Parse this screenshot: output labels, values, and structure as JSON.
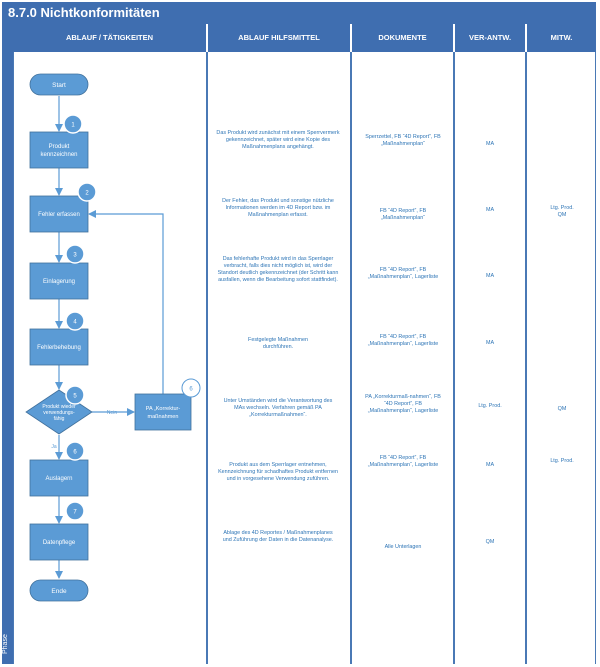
{
  "title": "8.7.0 Nichtkonformitäten",
  "phase_label": "Phase",
  "columns": {
    "ablauf": "ABLAUF / TÄTIGKEITEN",
    "hilfsmittel": "ABLAUF HILFSMITTEL",
    "dokumente": "DOKUMENTE",
    "verantw": "VER-ANTW.",
    "mitw": "MITW."
  },
  "flow": {
    "start": "Start",
    "end": "Ende",
    "steps": [
      {
        "num": "1",
        "label": [
          "Produkt",
          "kennzeichnen"
        ]
      },
      {
        "num": "2",
        "label": [
          "Fehler erfassen"
        ]
      },
      {
        "num": "3",
        "label": [
          "Einlagerung"
        ]
      },
      {
        "num": "4",
        "label": [
          "Fehlerbehebung"
        ]
      },
      {
        "num": "5",
        "label": [
          "Produkt wieder",
          "verwendungs-",
          "fähig"
        ]
      },
      {
        "num": "6",
        "label": [
          "Auslagern"
        ]
      },
      {
        "num": "7",
        "label": [
          "Datenpflege"
        ]
      }
    ],
    "side_step": {
      "num": "6",
      "label": [
        "PA „Korrektur-",
        "maßnahmen"
      ]
    },
    "edge_nein": "Nein",
    "edge_ja": "Ja"
  },
  "rows": [
    {
      "hilfsmittel": "Das Produkt wird zunächst mit einem Sperrvermerk gekennzeichnet, später wird eine Kopie des Maßnahmenplans angehängt.",
      "dokumente": "Sperrzettel, FB “4D Report”, FB „Maßnahmenplan“",
      "verantw": "MA",
      "mitw": ""
    },
    {
      "hilfsmittel": "Der Fehler, das Produkt und sonstige nützliche Informationen werden im 4D Report bzw. im Maßnahmenplan erfasst.",
      "dokumente": "FB “4D Report”, FB „Maßnahmenplan“",
      "verantw": "MA",
      "mitw": "Ltg. Prod. QM"
    },
    {
      "hilfsmittel": "Das fehlerhafte Produkt wird in das Sperrlager verbracht, falls dies nicht möglich ist, wird der Standort deutlich gekennzeichnet (der Schritt kann ausfallen, wenn die Bearbeitung sofort stattfindet).",
      "dokumente": "FB “4D Report”, FB „Maßnahmenplan“, Lagerliste",
      "verantw": "MA",
      "mitw": ""
    },
    {
      "hilfsmittel": "Festgelegte Maßnahmen durchführen.",
      "dokumente": "FB “4D Report”, FB „Maßnahmenplan“, Lagerliste",
      "verantw": "MA",
      "mitw": ""
    },
    {
      "hilfsmittel": "Unter Umständen wird die Verantwortung des MAs wechseln. Verfahren gemäß PA „Korrekturmaßnahmen“.",
      "dokumente": "PA „Korrekturmaß-nahmen“, FB “4D Report”, FB „Maßnahmenplan“, Lagerliste",
      "verantw": "Ltg. Prod.",
      "mitw": "QM"
    },
    {
      "hilfsmittel": "Produkt aus dem Sperrlager entnehmen, Kennzeichnung für schadhaftes Produkt entfernen und in vorgesehene Verwendung zuführen.",
      "dokumente": "FB “4D Report”, FB „Maßnahmenplan“, Lagerliste",
      "verantw": "MA",
      "mitw": "Ltg. Prod."
    },
    {
      "hilfsmittel": "Ablage des 4D Reportes / Maßnahmenplanes und Zuführung der Daten in die Datenanalyse.",
      "dokumente": "Alle Unterlagen",
      "verantw": "QM",
      "mitw": ""
    }
  ],
  "colors": {
    "header": "#3f6eb0",
    "shape_fill": "#5b9bd5",
    "shape_stroke": "#41719c",
    "text_blue": "#2e75b6"
  }
}
